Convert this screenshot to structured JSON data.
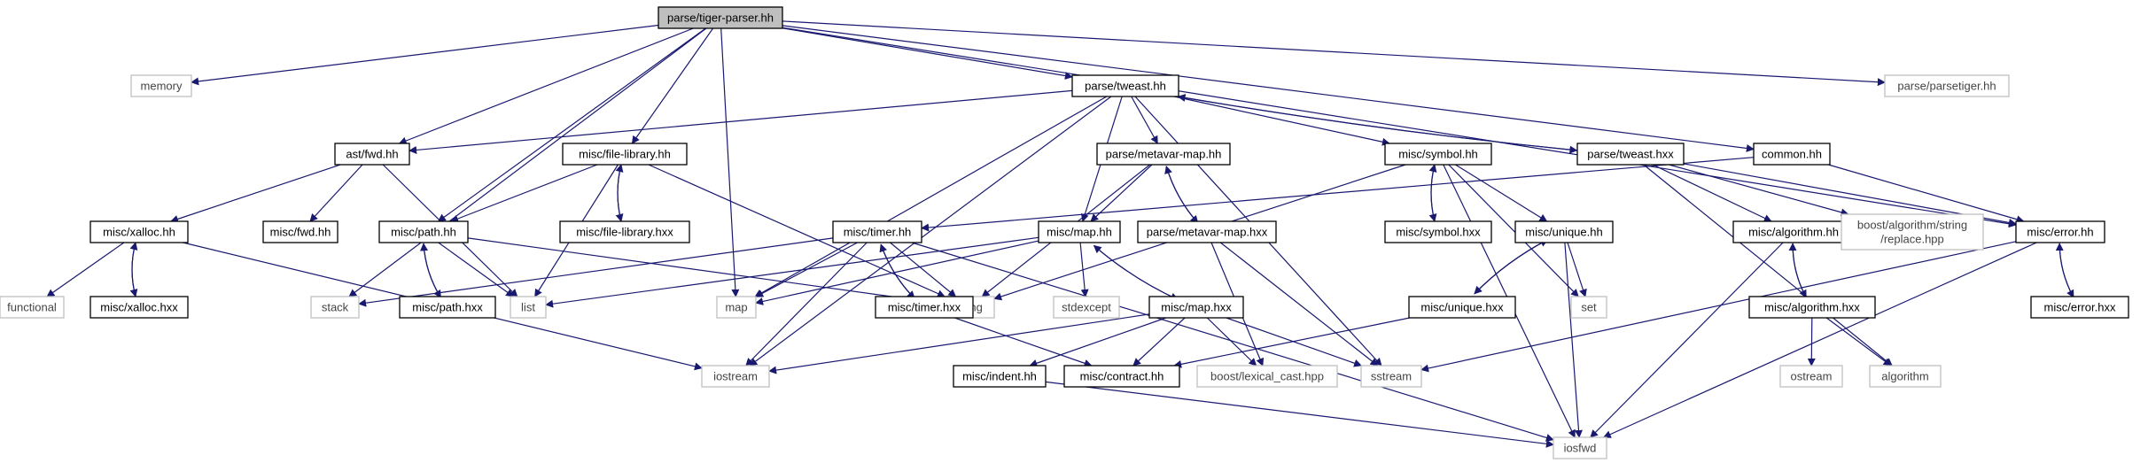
{
  "colors": {
    "edge": "#191970",
    "box_border": "#000000",
    "box_border_system": "#bfbfbf",
    "text": "#000000",
    "text_system": "#444444",
    "root_fill": "#bfbfbf",
    "fill": "#ffffff"
  },
  "nodes": [
    {
      "id": "tiger_parser",
      "lines": [
        "parse/tiger-parser.hh"
      ],
      "kind": "root"
    },
    {
      "id": "memory",
      "lines": [
        "memory"
      ],
      "kind": "system"
    },
    {
      "id": "parsetiger",
      "lines": [
        "parse/parsetiger.hh"
      ],
      "kind": "system"
    },
    {
      "id": "tweast_hh",
      "lines": [
        "parse/tweast.hh"
      ],
      "kind": "local"
    },
    {
      "id": "ast_fwd",
      "lines": [
        "ast/fwd.hh"
      ],
      "kind": "local"
    },
    {
      "id": "file_library_hh",
      "lines": [
        "misc/file-library.hh"
      ],
      "kind": "local"
    },
    {
      "id": "metavar_map_hh",
      "lines": [
        "parse/metavar-map.hh"
      ],
      "kind": "local"
    },
    {
      "id": "symbol_hh",
      "lines": [
        "misc/symbol.hh"
      ],
      "kind": "local"
    },
    {
      "id": "tweast_hxx",
      "lines": [
        "parse/tweast.hxx"
      ],
      "kind": "local"
    },
    {
      "id": "common_hh",
      "lines": [
        "common.hh"
      ],
      "kind": "local"
    },
    {
      "id": "xalloc_hh",
      "lines": [
        "misc/xalloc.hh"
      ],
      "kind": "local"
    },
    {
      "id": "misc_fwd",
      "lines": [
        "misc/fwd.hh"
      ],
      "kind": "local"
    },
    {
      "id": "path_hh",
      "lines": [
        "misc/path.hh"
      ],
      "kind": "local"
    },
    {
      "id": "file_library_hxx",
      "lines": [
        "misc/file-library.hxx"
      ],
      "kind": "local"
    },
    {
      "id": "timer_hh",
      "lines": [
        "misc/timer.hh"
      ],
      "kind": "local"
    },
    {
      "id": "map_hh",
      "lines": [
        "misc/map.hh"
      ],
      "kind": "local"
    },
    {
      "id": "metavar_map_hxx",
      "lines": [
        "parse/metavar-map.hxx"
      ],
      "kind": "local"
    },
    {
      "id": "symbol_hxx",
      "lines": [
        "misc/symbol.hxx"
      ],
      "kind": "local"
    },
    {
      "id": "unique_hh",
      "lines": [
        "misc/unique.hh"
      ],
      "kind": "local"
    },
    {
      "id": "algorithm_hh",
      "lines": [
        "misc/algorithm.hh"
      ],
      "kind": "local"
    },
    {
      "id": "boost_replace",
      "lines": [
        "boost/algorithm/string",
        "/replace.hpp"
      ],
      "kind": "system"
    },
    {
      "id": "error_hh",
      "lines": [
        "misc/error.hh"
      ],
      "kind": "local"
    },
    {
      "id": "functional",
      "lines": [
        "functional"
      ],
      "kind": "system"
    },
    {
      "id": "xalloc_hxx",
      "lines": [
        "misc/xalloc.hxx"
      ],
      "kind": "local"
    },
    {
      "id": "stack",
      "lines": [
        "stack"
      ],
      "kind": "system"
    },
    {
      "id": "path_hxx",
      "lines": [
        "misc/path.hxx"
      ],
      "kind": "local"
    },
    {
      "id": "list",
      "lines": [
        "list"
      ],
      "kind": "system"
    },
    {
      "id": "map",
      "lines": [
        "map"
      ],
      "kind": "system"
    },
    {
      "id": "string",
      "lines": [
        "string"
      ],
      "kind": "system"
    },
    {
      "id": "timer_hxx",
      "lines": [
        "misc/timer.hxx"
      ],
      "kind": "local"
    },
    {
      "id": "stdexcept",
      "lines": [
        "stdexcept"
      ],
      "kind": "system"
    },
    {
      "id": "map_hxx",
      "lines": [
        "misc/map.hxx"
      ],
      "kind": "local"
    },
    {
      "id": "unique_hxx",
      "lines": [
        "misc/unique.hxx"
      ],
      "kind": "local"
    },
    {
      "id": "set",
      "lines": [
        "set"
      ],
      "kind": "system"
    },
    {
      "id": "algorithm_hxx",
      "lines": [
        "misc/algorithm.hxx"
      ],
      "kind": "local"
    },
    {
      "id": "error_hxx",
      "lines": [
        "misc/error.hxx"
      ],
      "kind": "local"
    },
    {
      "id": "iostream",
      "lines": [
        "iostream"
      ],
      "kind": "system"
    },
    {
      "id": "indent_hh",
      "lines": [
        "misc/indent.hh"
      ],
      "kind": "local"
    },
    {
      "id": "contract_hh",
      "lines": [
        "misc/contract.hh"
      ],
      "kind": "local"
    },
    {
      "id": "lexical_cast",
      "lines": [
        "boost/lexical_cast.hpp"
      ],
      "kind": "system"
    },
    {
      "id": "sstream",
      "lines": [
        "sstream"
      ],
      "kind": "system"
    },
    {
      "id": "ostream",
      "lines": [
        "ostream"
      ],
      "kind": "system"
    },
    {
      "id": "algorithm",
      "lines": [
        "algorithm"
      ],
      "kind": "system"
    },
    {
      "id": "iosfwd",
      "lines": [
        "iosfwd"
      ],
      "kind": "system"
    }
  ],
  "edges": [
    [
      "tiger_parser",
      "memory"
    ],
    [
      "tiger_parser",
      "parsetiger"
    ],
    [
      "tiger_parser",
      "tweast_hh"
    ],
    [
      "tiger_parser",
      "ast_fwd"
    ],
    [
      "tiger_parser",
      "file_library_hh"
    ],
    [
      "tiger_parser",
      "path_hh"
    ],
    [
      "tiger_parser",
      "stack"
    ],
    [
      "tiger_parser",
      "map"
    ],
    [
      "tiger_parser",
      "common_hh"
    ],
    [
      "tiger_parser",
      "error_hh"
    ],
    [
      "tweast_hh",
      "ast_fwd"
    ],
    [
      "tweast_hh",
      "metavar_map_hh"
    ],
    [
      "tweast_hh",
      "symbol_hh"
    ],
    [
      "tweast_hh",
      "tweast_hxx"
    ],
    [
      "tweast_hh",
      "map_hh"
    ],
    [
      "tweast_hh",
      "map"
    ],
    [
      "tweast_hh",
      "iostream"
    ],
    [
      "tweast_hh",
      "sstream"
    ],
    [
      "tweast_hxx",
      "tweast_hh"
    ],
    [
      "tweast_hxx",
      "algorithm_hh"
    ],
    [
      "tweast_hxx",
      "boost_replace"
    ],
    [
      "tweast_hxx",
      "error_hh"
    ],
    [
      "tweast_hxx",
      "algorithm"
    ],
    [
      "common_hh",
      "timer_hh"
    ],
    [
      "common_hh",
      "error_hh"
    ],
    [
      "ast_fwd",
      "xalloc_hh"
    ],
    [
      "ast_fwd",
      "misc_fwd"
    ],
    [
      "ast_fwd",
      "list"
    ],
    [
      "xalloc_hh",
      "functional"
    ],
    [
      "xalloc_hh",
      "xalloc_hxx"
    ],
    [
      "xalloc_hh",
      "iostream"
    ],
    [
      "xalloc_hxx",
      "xalloc_hh"
    ],
    [
      "file_library_hh",
      "path_hh"
    ],
    [
      "file_library_hh",
      "file_library_hxx"
    ],
    [
      "file_library_hh",
      "list"
    ],
    [
      "file_library_hh",
      "string"
    ],
    [
      "file_library_hxx",
      "file_library_hh"
    ],
    [
      "path_hh",
      "path_hxx"
    ],
    [
      "path_hh",
      "list"
    ],
    [
      "path_hh",
      "string"
    ],
    [
      "path_hxx",
      "path_hh"
    ],
    [
      "metavar_map_hh",
      "map_hh"
    ],
    [
      "metavar_map_hh",
      "metavar_map_hxx"
    ],
    [
      "metavar_map_hh",
      "string"
    ],
    [
      "metavar_map_hxx",
      "metavar_map_hh"
    ],
    [
      "metavar_map_hxx",
      "lexical_cast"
    ],
    [
      "metavar_map_hxx",
      "sstream"
    ],
    [
      "symbol_hh",
      "symbol_hxx"
    ],
    [
      "symbol_hh",
      "unique_hh"
    ],
    [
      "symbol_hh",
      "string"
    ],
    [
      "symbol_hh",
      "set"
    ],
    [
      "symbol_hh",
      "iosfwd"
    ],
    [
      "symbol_hxx",
      "symbol_hh"
    ],
    [
      "timer_hh",
      "stack"
    ],
    [
      "timer_hh",
      "map"
    ],
    [
      "timer_hh",
      "string"
    ],
    [
      "timer_hh",
      "timer_hxx"
    ],
    [
      "timer_hh",
      "iostream"
    ],
    [
      "timer_hh",
      "iosfwd"
    ],
    [
      "timer_hxx",
      "timer_hh"
    ],
    [
      "timer_hxx",
      "contract_hh"
    ],
    [
      "map_hh",
      "map"
    ],
    [
      "map_hh",
      "list"
    ],
    [
      "map_hh",
      "stdexcept"
    ],
    [
      "map_hh",
      "map_hxx"
    ],
    [
      "map_hxx",
      "map_hh"
    ],
    [
      "map_hxx",
      "iostream"
    ],
    [
      "map_hxx",
      "indent_hh"
    ],
    [
      "map_hxx",
      "contract_hh"
    ],
    [
      "map_hxx",
      "lexical_cast"
    ],
    [
      "map_hxx",
      "sstream"
    ],
    [
      "unique_hh",
      "unique_hxx"
    ],
    [
      "unique_hh",
      "set"
    ],
    [
      "unique_hh",
      "iosfwd"
    ],
    [
      "unique_hxx",
      "unique_hh"
    ],
    [
      "unique_hxx",
      "contract_hh"
    ],
    [
      "algorithm_hh",
      "algorithm_hxx"
    ],
    [
      "algorithm_hh",
      "iosfwd"
    ],
    [
      "algorithm_hxx",
      "algorithm_hh"
    ],
    [
      "algorithm_hxx",
      "ostream"
    ],
    [
      "algorithm_hxx",
      "algorithm"
    ],
    [
      "error_hh",
      "error_hxx"
    ],
    [
      "error_hh",
      "sstream"
    ],
    [
      "error_hh",
      "iosfwd"
    ],
    [
      "error_hxx",
      "error_hh"
    ],
    [
      "indent_hh",
      "iosfwd"
    ]
  ]
}
